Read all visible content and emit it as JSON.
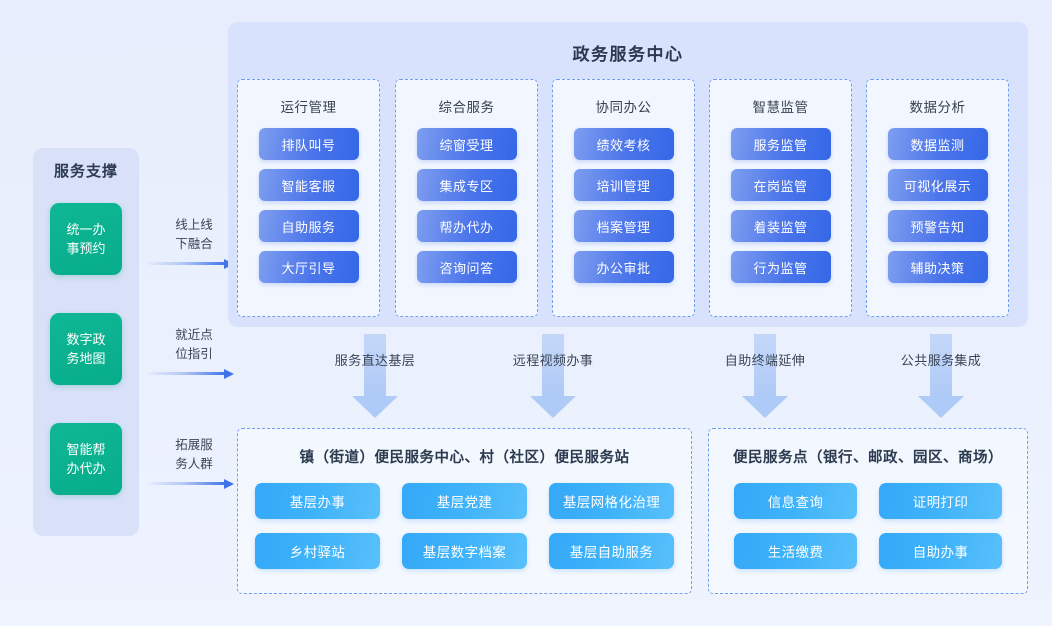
{
  "support": {
    "title": "服务支撑",
    "cards": [
      {
        "label": "统一办\n事预约",
        "connector": "线上线\n下融合"
      },
      {
        "label": "数字政\n务地图",
        "connector": "就近点\n位指引"
      },
      {
        "label": "智能帮\n办代办",
        "connector": "拓展服\n务人群"
      }
    ]
  },
  "center": {
    "title": "政务服务中心",
    "columns": [
      {
        "title": "运行管理",
        "items": [
          "排队叫号",
          "智能客服",
          "自助服务",
          "大厅引导"
        ]
      },
      {
        "title": "综合服务",
        "items": [
          "综窗受理",
          "集成专区",
          "帮办代办",
          "咨询问答"
        ]
      },
      {
        "title": "协同办公",
        "items": [
          "绩效考核",
          "培训管理",
          "档案管理",
          "办公审批"
        ]
      },
      {
        "title": "智慧监管",
        "items": [
          "服务监管",
          "在岗监管",
          "着装监管",
          "行为监管"
        ]
      },
      {
        "title": "数据分析",
        "items": [
          "数据监测",
          "可视化展示",
          "预警告知",
          "辅助决策"
        ]
      }
    ]
  },
  "flows": [
    {
      "label": "服务直达基层"
    },
    {
      "label": "远程视频办事"
    },
    {
      "label": "自助终端延伸"
    },
    {
      "label": "公共服务集成"
    }
  ],
  "bottom": [
    {
      "title": "镇（街道）便民服务中心、村（社区）便民服务站",
      "items": [
        "基层办事",
        "基层党建",
        "基层网格化治理",
        "乡村驿站",
        "基层数字档案",
        "基层自助服务"
      ]
    },
    {
      "title": "便民服务点（银行、邮政、园区、商场）",
      "items": [
        "信息查询",
        "证明打印",
        "生活缴费",
        "自助办事"
      ]
    }
  ],
  "colors": {
    "background": "#e8edfb",
    "panel": "#d9e2fc",
    "support_panel": "#d8e1f8",
    "green": "#0fb795",
    "blue_chip": "#3468e8",
    "cyan_chip": "#3fb3fa",
    "dashed_border": "#6f9df0",
    "arrow": "#aecaf6"
  }
}
